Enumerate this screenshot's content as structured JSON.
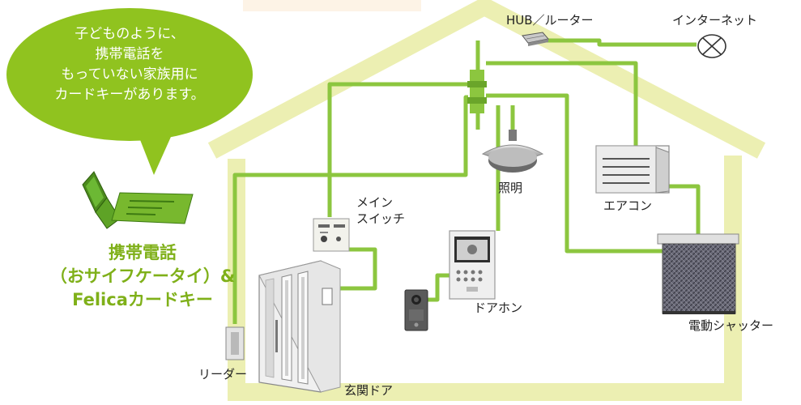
{
  "colors": {
    "house_outline": "#ecefb2",
    "wire": "#8cc63f",
    "bubble": "#90c31f",
    "headline": "#7fb019"
  },
  "bubble": {
    "lines": [
      "子どものように、",
      "携帯電話を",
      "もっていない家族用に",
      "カードキーがあります。"
    ]
  },
  "phone_caption": {
    "lines": [
      "携帯電話",
      "（おサイフケータイ）&",
      "Felicaカードキー"
    ]
  },
  "labels": {
    "hub": "HUB／ルーター",
    "internet": "インターネット",
    "light": "照明",
    "aircon": "エアコン",
    "main_switch_line1": "メイン",
    "main_switch_line2": "スイッチ",
    "door_phone": "ドアホン",
    "shutter": "電動シャッター",
    "reader": "リーダー",
    "front_door": "玄関ドア"
  },
  "icons": {
    "hub": "router-icon",
    "internet": "globe-cross-icon",
    "light": "ceiling-light-icon",
    "aircon": "air-conditioner-icon",
    "switch": "wall-switch-icon",
    "monitor": "intercom-monitor-icon",
    "camera": "door-camera-icon",
    "shutter": "electric-shutter-icon",
    "reader": "card-reader-icon",
    "door": "front-door-icon",
    "phone": "flip-phone-icon",
    "card": "felica-card-icon"
  }
}
